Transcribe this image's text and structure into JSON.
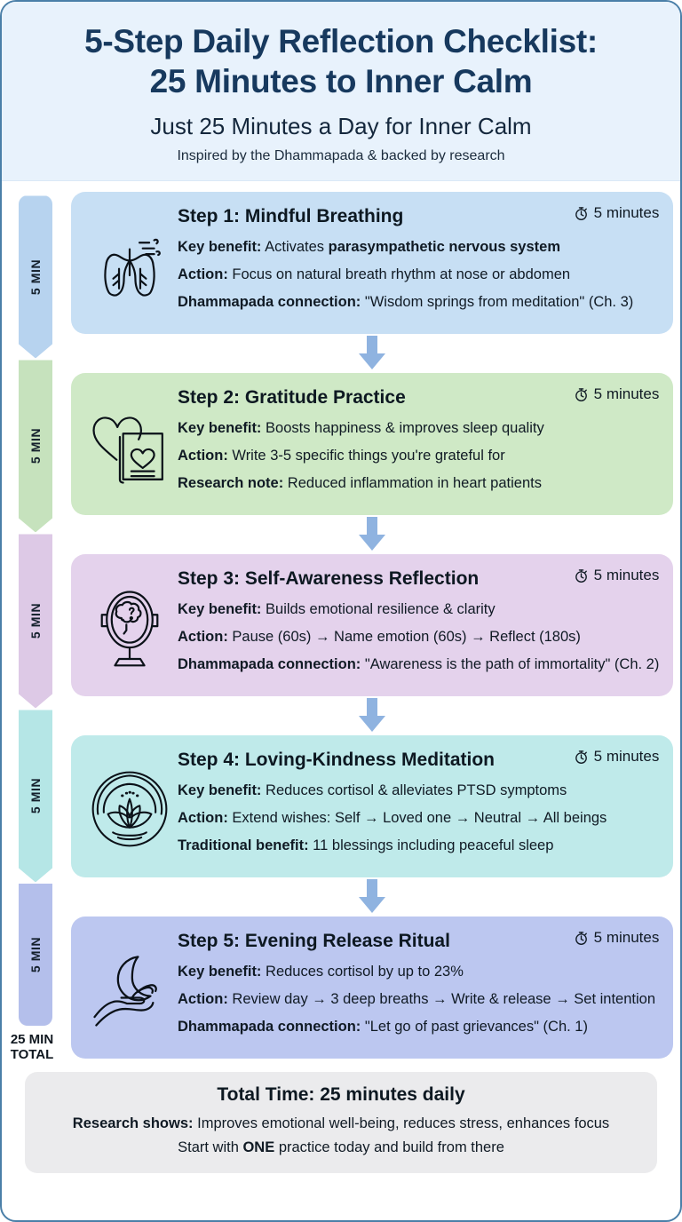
{
  "header": {
    "title_line1": "5-Step Daily Reflection Checklist:",
    "title_line2": "25 Minutes to Inner Calm",
    "subtitle": "Just 25 Minutes a Day for Inner Calm",
    "tagline": "Inspired by the Dhammapada & backed by research"
  },
  "rail": {
    "segments": [
      {
        "label": "5 MIN",
        "color": "#b7d3ef"
      },
      {
        "label": "5 MIN",
        "color": "#c6e2bd"
      },
      {
        "label": "5 MIN",
        "color": "#ddc9e6"
      },
      {
        "label": "5 MIN",
        "color": "#b5e6e6"
      },
      {
        "label": "5 MIN",
        "color": "#b4bfeb"
      }
    ],
    "total_line1": "25 MIN",
    "total_line2": "TOTAL"
  },
  "connector": {
    "color": "#8fb3e0",
    "icon": "arrow-down-icon"
  },
  "steps": [
    {
      "title": "Step 1: Mindful Breathing",
      "duration": "5 minutes",
      "duration_icon": "stopwatch-icon",
      "icon": "lungs-icon",
      "bg": "#c7dff4",
      "lines": [
        {
          "label": "Key benefit:",
          "text": " Activates ",
          "bold_tail": "parasympathetic nervous system"
        },
        {
          "label": "Action:",
          "text": " Focus on natural breath rhythm at nose or abdomen",
          "bold_tail": ""
        },
        {
          "label": "Dhammapada connection:",
          "text": " \"Wisdom springs from meditation\" (Ch. 3)",
          "bold_tail": ""
        }
      ]
    },
    {
      "title": "Step 2: Gratitude Practice",
      "duration": "5 minutes",
      "duration_icon": "stopwatch-icon",
      "icon": "heart-journal-icon",
      "bg": "#cfe9c6",
      "lines": [
        {
          "label": "Key benefit:",
          "text": " Boosts happiness & improves sleep quality",
          "bold_tail": ""
        },
        {
          "label": "Action:",
          "text": " Write 3-5 specific things you're grateful for",
          "bold_tail": ""
        },
        {
          "label": "Research note:",
          "text": " Reduced inflammation in heart patients",
          "bold_tail": ""
        }
      ]
    },
    {
      "title": "Step 3: Self-Awareness Reflection",
      "duration": "5 minutes",
      "duration_icon": "stopwatch-icon",
      "icon": "mirror-brain-icon",
      "bg": "#e4d2ec",
      "lines": [
        {
          "label": "Key benefit:",
          "text": " Builds emotional resilience & clarity",
          "bold_tail": ""
        },
        {
          "label": "Action:",
          "text": " Pause (60s) → Name emotion (60s) → Reflect (180s)",
          "bold_tail": ""
        },
        {
          "label": "Dhammapada connection:",
          "text": " \"Awareness is the path of immortality\" (Ch. 2)",
          "bold_tail": ""
        }
      ]
    },
    {
      "title": "Step 4: Loving-Kindness Meditation",
      "duration": "5 minutes",
      "duration_icon": "stopwatch-icon",
      "icon": "lotus-icon",
      "bg": "#bfeaea",
      "lines": [
        {
          "label": "Key benefit:",
          "text": " Reduces cortisol & alleviates PTSD symptoms",
          "bold_tail": ""
        },
        {
          "label": "Action:",
          "text": " Extend wishes: Self → Loved one → Neutral → All beings",
          "bold_tail": ""
        },
        {
          "label": "Traditional benefit:",
          "text": " 11 blessings including peaceful sleep",
          "bold_tail": ""
        }
      ]
    },
    {
      "title": "Step 5: Evening Release Ritual",
      "duration": "5 minutes",
      "duration_icon": "stopwatch-icon",
      "icon": "moon-hand-icon",
      "bg": "#bcc7f0",
      "lines": [
        {
          "label": "Key benefit:",
          "text": " Reduces cortisol by up to 23%",
          "bold_tail": ""
        },
        {
          "label": "Action:",
          "text": " Review day → 3 deep breaths → Write & release → Set intention",
          "bold_tail": ""
        },
        {
          "label": "Dhammapada connection:",
          "text": " \"Let go of past grievances\" (Ch. 1)",
          "bold_tail": ""
        }
      ]
    }
  ],
  "footer": {
    "title": "Total Time: 25 minutes daily",
    "line2_label": "Research shows:",
    "line2_text": " Improves emotional well-being, reduces stress, enhances focus",
    "line3_pre": "Start with ",
    "line3_strong": "ONE",
    "line3_post": " practice today and build from there"
  }
}
